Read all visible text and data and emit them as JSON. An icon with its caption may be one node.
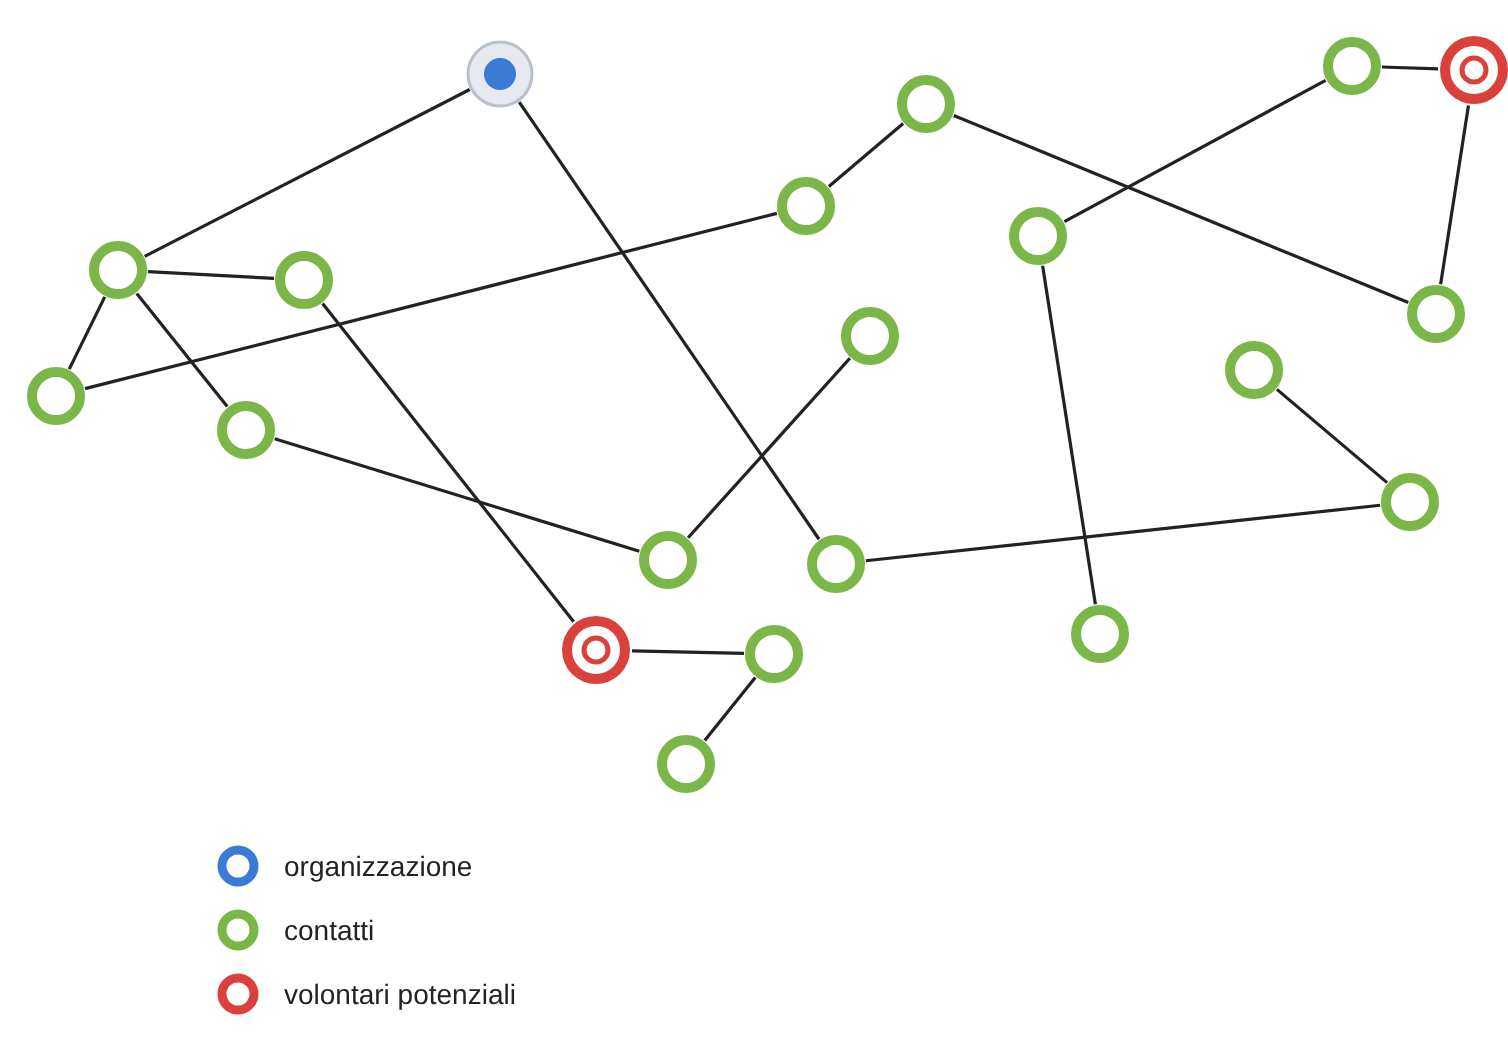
{
  "diagram": {
    "nodes": [
      {
        "text": [],
        "shape": "dot"
      },
      {
        "text": [],
        "shape": "circle"
      },
      {
        "text": [],
        "shape": "circle"
      },
      {
        "text": [],
        "shape": "target"
      },
      {
        "text": [],
        "shape": "circle"
      },
      {
        "text": [],
        "shape": "circle"
      },
      {
        "text": [],
        "shape": "circle"
      },
      {
        "text": [],
        "shape": "circle"
      },
      {
        "text": [],
        "shape": "circle"
      },
      {
        "text": [],
        "shape": "circle"
      },
      {
        "text": [],
        "shape": "circle"
      },
      {
        "text": [],
        "shape": "circle"
      },
      {
        "text": [],
        "shape": "circle"
      },
      {
        "text": [],
        "shape": "circle"
      },
      {
        "text": [],
        "shape": "circle"
      },
      {
        "text": [],
        "shape": "circle"
      },
      {
        "text": [],
        "shape": "target"
      },
      {
        "text": [],
        "shape": "circle"
      },
      {
        "text": [],
        "shape": "circle"
      },
      {
        "text": [],
        "shape": "circle"
      }
    ],
    "edges": [
      {
        "from": 0,
        "to": 5,
        "arrow": "none"
      },
      {
        "from": 0,
        "to": 15,
        "arrow": "none"
      },
      {
        "from": 5,
        "to": 6,
        "arrow": "none"
      },
      {
        "from": 5,
        "to": 9,
        "arrow": "none"
      },
      {
        "from": 5,
        "to": 12,
        "arrow": "none"
      },
      {
        "from": 6,
        "to": 16,
        "arrow": "none"
      },
      {
        "from": 9,
        "to": 4,
        "arrow": "none"
      },
      {
        "from": 4,
        "to": 1,
        "arrow": "none"
      },
      {
        "from": 1,
        "to": 8,
        "arrow": "none"
      },
      {
        "from": 2,
        "to": 3,
        "arrow": "none"
      },
      {
        "from": 2,
        "to": 7,
        "arrow": "none"
      },
      {
        "from": 3,
        "to": 8,
        "arrow": "none"
      },
      {
        "from": 7,
        "to": 18,
        "arrow": "none"
      },
      {
        "from": 10,
        "to": 14,
        "arrow": "none"
      },
      {
        "from": 12,
        "to": 14,
        "arrow": "none"
      },
      {
        "from": 11,
        "to": 13,
        "arrow": "none"
      },
      {
        "from": 15,
        "to": 13,
        "arrow": "none"
      },
      {
        "from": 16,
        "to": 17,
        "arrow": "none"
      },
      {
        "from": 17,
        "to": 19,
        "arrow": "none"
      }
    ],
    "legend": [
      {
        "text": "organizzazione",
        "color": "#3a7bd5"
      },
      {
        "text": "contatti",
        "color": "#7ab648"
      },
      {
        "text": "volontari potenziali",
        "color": "#d9413a"
      }
    ]
  }
}
